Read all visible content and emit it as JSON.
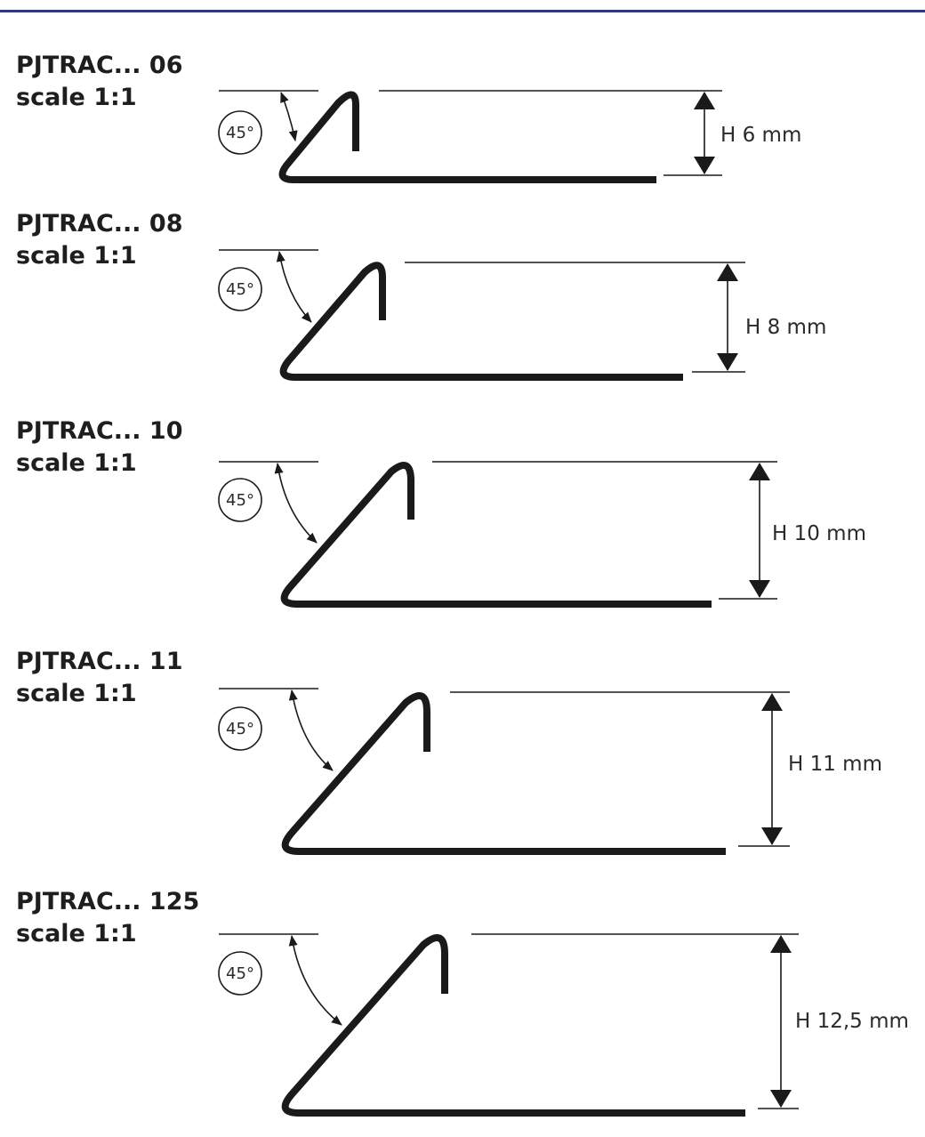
{
  "angle_label": "45°",
  "profiles": [
    {
      "title": "PJTRAC... 06",
      "scale": "scale 1:1",
      "height_label": "H 6 mm"
    },
    {
      "title": "PJTRAC... 08",
      "scale": "scale 1:1",
      "height_label": "H 8 mm"
    },
    {
      "title": "PJTRAC... 10",
      "scale": "scale 1:1",
      "height_label": "H 10 mm"
    },
    {
      "title": "PJTRAC... 11",
      "scale": "scale 1:1",
      "height_label": "H 11 mm"
    },
    {
      "title": "PJTRAC... 125",
      "scale": "scale 1:1",
      "height_label": "H 12,5 mm"
    }
  ],
  "colors": {
    "accent_rule": "#2b3990",
    "profile_stroke": "#1a1a1a",
    "text": "#1e1e1e"
  }
}
